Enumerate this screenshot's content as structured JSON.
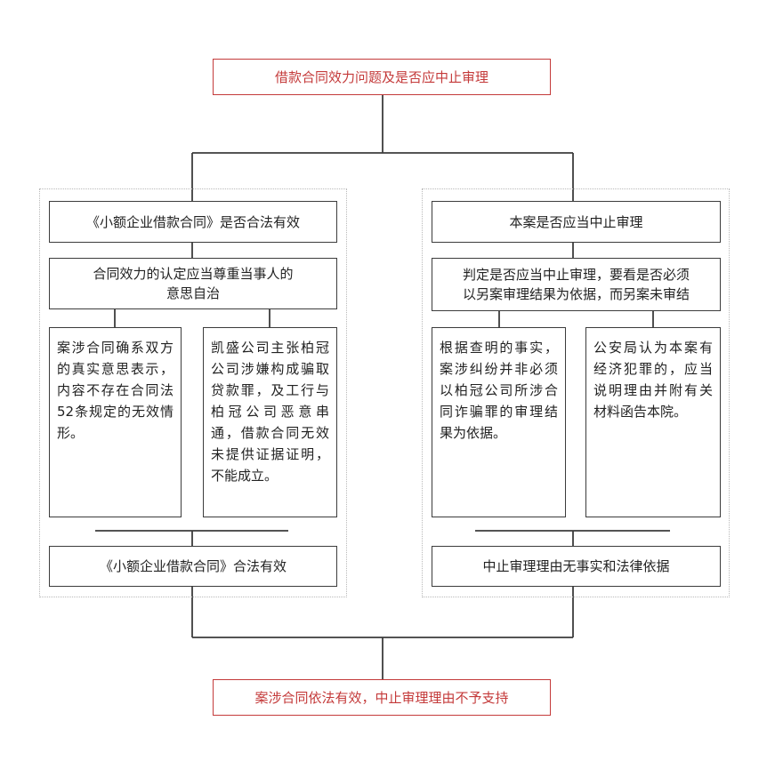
{
  "top": {
    "title": "借款合同效力问题及是否应中止审理"
  },
  "left": {
    "header": "《小额企业借款合同》是否合法有效",
    "principle_lines": [
      "合同效力的认定应当尊重当事人的",
      "意思自治"
    ],
    "left_reason": "案涉合同确系双方的真实意思表示，内容不存在合同法52条规定的无效情形。",
    "right_reason": "凯盛公司主张柏冠公司涉嫌构成骗取贷款罪，及工行与柏冠公司恶意串通，借款合同无效未提供证据证明，不能成立。",
    "conclusion": "《小额企业借款合同》合法有效"
  },
  "right": {
    "header": "本案是否应当中止审理",
    "principle_lines": [
      "判定是否应当中止审理，要看是否必须",
      "以另案审理结果为依据，而另案未审结"
    ],
    "left_reason": "根据查明的事实，案涉纠纷并非必须以柏冠公司所涉合同诈骗罪的审理结果为依据。",
    "right_reason": "公安局认为本案有经济犯罪的，应当说明理由并附有关材料函告本院。",
    "conclusion": "中止审理理由无事实和法律依据"
  },
  "bottom": {
    "final": "案涉合同依法有效，中止审理理由不予支持"
  },
  "colors": {
    "accent_red": "#c43a3a",
    "line": "#3c3c3c",
    "group_border": "#b9b9b9"
  }
}
